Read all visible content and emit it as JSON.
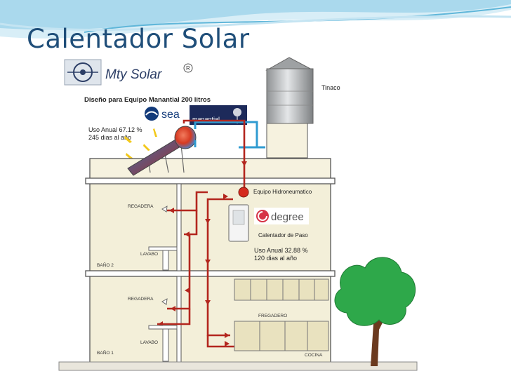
{
  "slide": {
    "title": "Calentador Solar"
  },
  "brand": {
    "logo_text": "Mty Solar",
    "registered_mark": "R",
    "sea_logo_text": "sea",
    "manantial_logo_text": "manantial",
    "degree_logo_text": "degree"
  },
  "diagram": {
    "design_caption": "Diseño para Equipo Manantial 200 litros",
    "solar_usage_line1": "Uso Anual 67.12 %",
    "solar_usage_line2": "245 dias al año",
    "tinaco_label": "Tinaco",
    "hydro_label": "Equipo Hidroneumatico",
    "heater_label": "Calentador de Paso",
    "heater_usage_line1": "Uso Anual 32.88 %",
    "heater_usage_line2": "120 dias al año",
    "regadera_top": "REGADERA",
    "lavabo_top": "LAVABO",
    "bano2": "BAÑO 2",
    "regadera_bottom": "REGADERA",
    "lavabo_bottom": "LAVABO",
    "bano1": "BAÑO 1",
    "fregadero": "FREGADERO",
    "cocina": "COCINA"
  },
  "colors": {
    "title": "#1f4e79",
    "hot_pipe": "#b3261e",
    "cold_pipe": "#2f9bd1",
    "wall_fill": "#f6f2df",
    "tree": "#2ea84a",
    "wave": "#9fd3ea"
  }
}
